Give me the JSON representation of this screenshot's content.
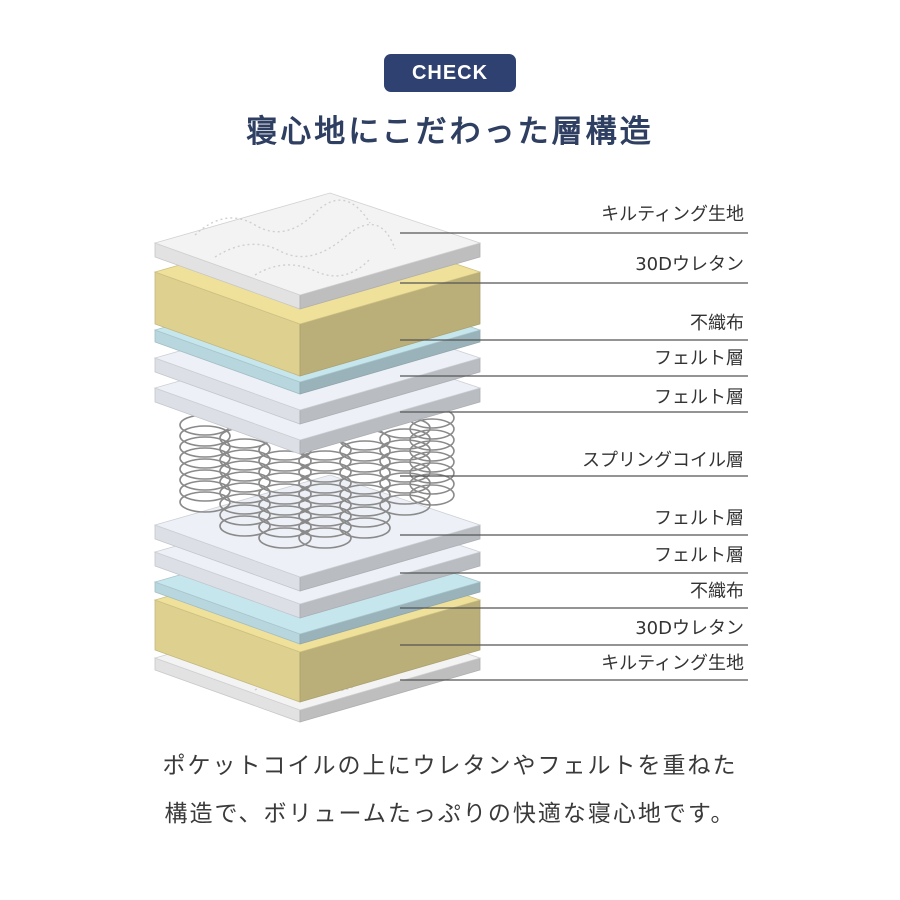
{
  "badge": "CHECK",
  "title": "寝心地にこだわった層構造",
  "layers": [
    "キルティング生地",
    "30Dウレタン",
    "不織布",
    "フェルト層",
    "フェルト層",
    "スプリングコイル層",
    "フェルト層",
    "フェルト層",
    "不織布",
    "30Dウレタン",
    "キルティング生地"
  ],
  "caption": {
    "line1": "ポケットコイルの上にウレタンやフェルトを重ねた",
    "line2": "構造で、ボリュームたっぷりの快適な寝心地です。"
  },
  "colors": {
    "badge": "#2f4170",
    "title": "#2f3f62",
    "urethane": "#efe09a",
    "nonwoven": "#c6e6ee",
    "felt": "#edf1f7",
    "quilt": "#f3f3f3"
  }
}
